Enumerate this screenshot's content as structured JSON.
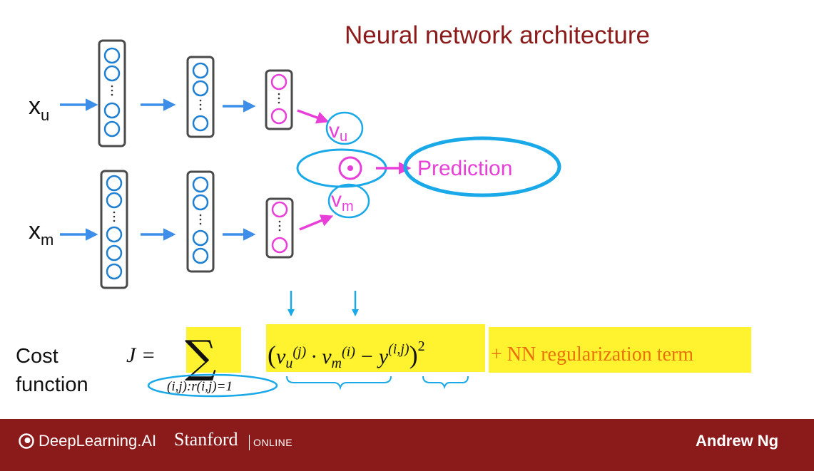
{
  "title": "Neural network architecture",
  "inputs": {
    "user": {
      "base": "x",
      "sub": "u"
    },
    "movie": {
      "base": "x",
      "sub": "m"
    }
  },
  "vectors": {
    "user": {
      "base": "v",
      "sub": "u"
    },
    "movie": {
      "base": "v",
      "sub": "m"
    }
  },
  "output_label": "Prediction",
  "cost": {
    "label_line1": "Cost",
    "label_line2": "function",
    "lhs": "J =",
    "sum_symbol": "∑",
    "sum_subscript": "(i,j):r(i,j)=1",
    "open_paren": "(",
    "close_paren": ")",
    "exponent": "2",
    "v": "v",
    "u_sub": "u",
    "j_sup": "(j)",
    "dot": "·",
    "m_sub": "m",
    "i_sup": "(i)",
    "minus": "−",
    "y": "y",
    "ij_sup": "(i,j)",
    "regularization": "+ NN regularization  term"
  },
  "footer": {
    "brand": "DeepLearning.AI",
    "university": "Stanford",
    "university_suffix": "ONLINE",
    "author": "Andrew Ng"
  },
  "colors": {
    "title": "#8b1a1a",
    "arrow_blue": "#3d8ee8",
    "node_blue": "#1f7fd0",
    "magenta": "#e83fd8",
    "annotation_cyan": "#19a8e8",
    "highlight": "#fff22e",
    "reg_text": "#e8710a",
    "footer_bg": "#8b1a1a"
  }
}
